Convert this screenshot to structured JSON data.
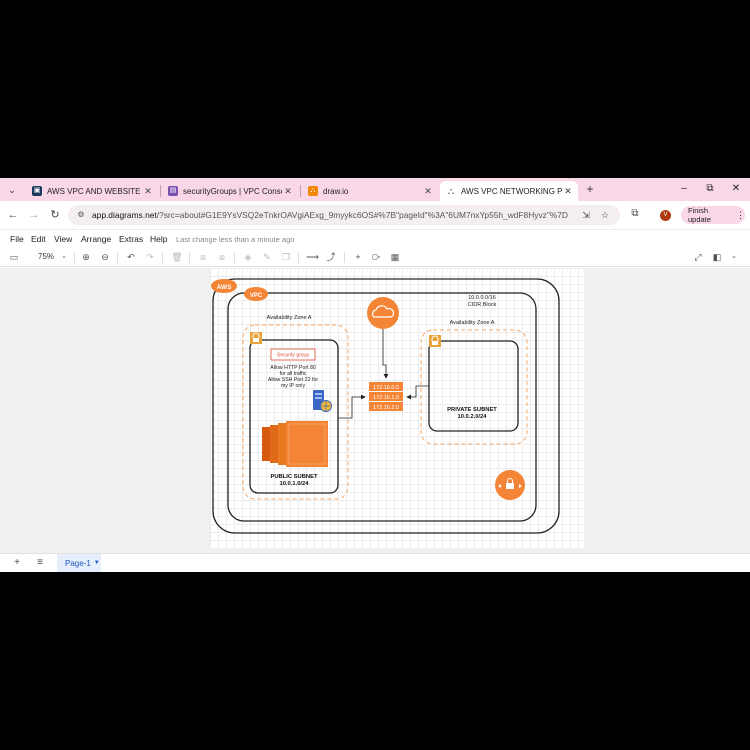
{
  "browser": {
    "tabs": [
      {
        "title": "AWS VPC AND WEBSITE DEVEL",
        "favicon_color": "#1c3a5e",
        "active": false
      },
      {
        "title": "securityGroups | VPC Console",
        "favicon_color": "#7b4fb0",
        "active": false
      },
      {
        "title": "draw.io",
        "favicon_color": "#f08705",
        "active": false
      },
      {
        "title": "AWS VPC NETWORKING PROJ",
        "favicon_color": "#555555",
        "active": true
      }
    ],
    "url_host": "app.diagrams.net",
    "url_rest": "/?src=about#G1E9YsVSQ2eTnkrOAVgiAExg_9myykc6OS#%7B\"pageId\"%3A\"6UM7nxYp55h_wdF8Hyvz\"%7D",
    "avatar_letter": "V",
    "finish_update_label": "Finish update"
  },
  "menubar": {
    "items": [
      "File",
      "Edit",
      "View",
      "Arrange",
      "Extras",
      "Help"
    ],
    "last_change": "Last change less than a minute ago"
  },
  "toolbar": {
    "zoom": "75%"
  },
  "diagram": {
    "aws_badge": "AWS",
    "vpc_badge": "VPC",
    "cidr_line1": "10.0.0.0/16",
    "cidr_line2": "CIDR Block",
    "az_left": "Availability Zone A",
    "az_right": "Availability Zone A",
    "security_group": "Security group",
    "sg_rules": [
      "Allow HTTP Port 80",
      "for all traffic",
      "Allow SSH Port 22 for",
      "my IP only"
    ],
    "public_subnet": "PUBLIC SUBNET",
    "public_cidr": "10.0.1.0/24",
    "private_subnet": "PRIVATE SUBNET",
    "private_cidr": "10.0.2.0/24",
    "routes": [
      "172.16.0.0",
      "172.16.1.0",
      "172.16.2.0"
    ],
    "colors": {
      "orange": "#f58536",
      "dashed": "#f5a868",
      "lock": "#e8a33d"
    }
  },
  "pagebar": {
    "page_label": "Page-1"
  }
}
